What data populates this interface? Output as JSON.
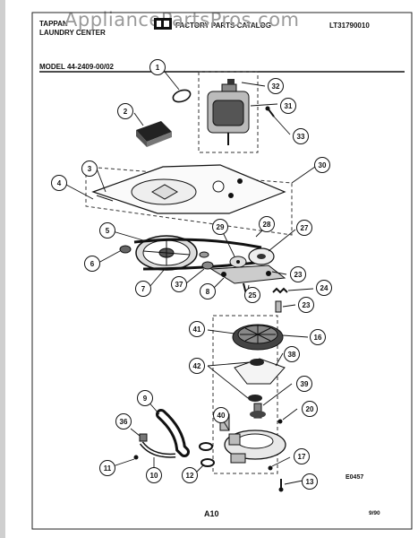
{
  "header": {
    "brand_line1": "TAPPAN",
    "brand_line2": "LAUNDRY CENTER",
    "factory_parts": "FACTORY PARTS CATALOG",
    "catalog_code": "LT31790010",
    "model": "MODEL 44-2409-00/02"
  },
  "watermark": "AppliancePartsPros.com",
  "footer": {
    "page_code": "A10",
    "date": "9/90",
    "figure_id": "E0457"
  },
  "callouts": [
    {
      "id": "1",
      "label": "1"
    },
    {
      "id": "2",
      "label": "2"
    },
    {
      "id": "3",
      "label": "3"
    },
    {
      "id": "4",
      "label": "4"
    },
    {
      "id": "5",
      "label": "5"
    },
    {
      "id": "6",
      "label": "6"
    },
    {
      "id": "7",
      "label": "7"
    },
    {
      "id": "8",
      "label": "8"
    },
    {
      "id": "9",
      "label": "9"
    },
    {
      "id": "10",
      "label": "10"
    },
    {
      "id": "11",
      "label": "11"
    },
    {
      "id": "12",
      "label": "12"
    },
    {
      "id": "13",
      "label": "13"
    },
    {
      "id": "16",
      "label": "16"
    },
    {
      "id": "17",
      "label": "17"
    },
    {
      "id": "20",
      "label": "20"
    },
    {
      "id": "23a",
      "label": "23"
    },
    {
      "id": "23b",
      "label": "23"
    },
    {
      "id": "24",
      "label": "24"
    },
    {
      "id": "25",
      "label": "25"
    },
    {
      "id": "27",
      "label": "27"
    },
    {
      "id": "28",
      "label": "28"
    },
    {
      "id": "29",
      "label": "29"
    },
    {
      "id": "30",
      "label": "30"
    },
    {
      "id": "31",
      "label": "31"
    },
    {
      "id": "32",
      "label": "32"
    },
    {
      "id": "33",
      "label": "33"
    },
    {
      "id": "36",
      "label": "36"
    },
    {
      "id": "37",
      "label": "37"
    },
    {
      "id": "38",
      "label": "38"
    },
    {
      "id": "39",
      "label": "39"
    },
    {
      "id": "40",
      "label": "40"
    },
    {
      "id": "41",
      "label": "41"
    },
    {
      "id": "42",
      "label": "42"
    }
  ]
}
